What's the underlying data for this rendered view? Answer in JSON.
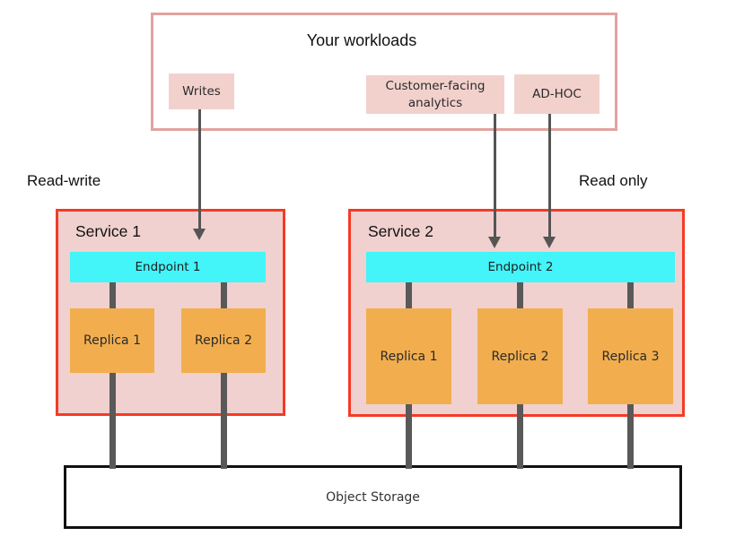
{
  "diagram": {
    "workloads": {
      "title": "Your workloads",
      "writes_label": "Writes",
      "analytics_label": "Customer-facing analytics",
      "adhoc_label": "AD-HOC"
    },
    "mode_labels": {
      "read_write": "Read-write",
      "read_only": "Read only"
    },
    "service1": {
      "name": "Service 1",
      "endpoint": "Endpoint 1",
      "replica1": "Replica 1",
      "replica2": "Replica 2"
    },
    "service2": {
      "name": "Service 2",
      "endpoint": "Endpoint 2",
      "replica1": "Replica 1",
      "replica2": "Replica 2",
      "replica3": "Replica 3"
    },
    "storage": {
      "label": "Object Storage"
    },
    "colors": {
      "workloads_border": "#e2a39e",
      "label_pink_fill": "#f2d1cd",
      "service_pink_fill": "#f0d1cf",
      "service_red_border": "#f43b26",
      "endpoint_cyan": "#43f4f9",
      "replica_orange": "#f2ae4e",
      "connector_gray": "#595959",
      "arrow_gray": "#555555",
      "storage_border": "#111111"
    }
  }
}
